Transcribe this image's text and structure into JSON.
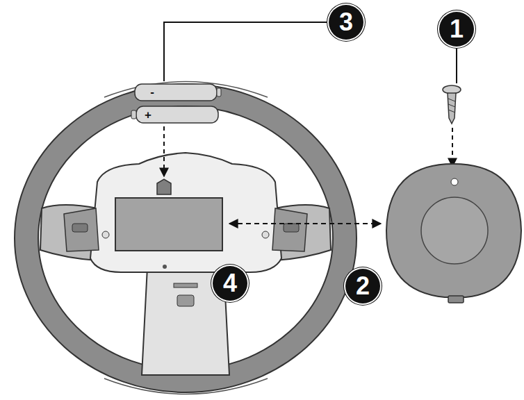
{
  "diagram": {
    "labels": [
      "3",
      "1",
      "-",
      "+",
      "4",
      "2"
    ]
  }
}
